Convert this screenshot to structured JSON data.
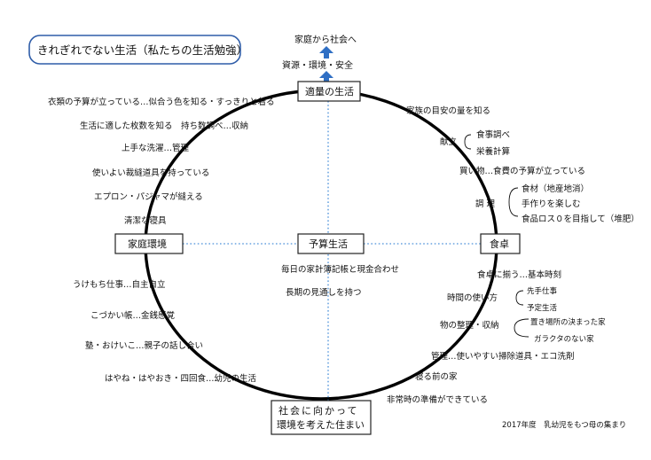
{
  "title": "きれぎれでない生活（私たちの生活勉強）",
  "footer": "2017年度　乳幼児をもつ母の集まり",
  "top_chain": {
    "top": "家庭から社会へ",
    "middle": "資源・環境・安全"
  },
  "nodes": {
    "top": "適量の生活",
    "left": "家庭環境",
    "center": "予算生活",
    "right": "食卓",
    "bottom_line1": "社会に向かって",
    "bottom_line2": "環境を考えた住まい"
  },
  "center_items": [
    "毎日の家計簿記帳と現金合わせ",
    "長期の見通しを持つ"
  ],
  "upper_left_items": [
    "衣類の予算が立っている…似合う色を知る・すっきりと着る",
    "生活に適した枚数を知る　持ち数調べ…収納",
    "上手な洗濯…管理",
    "使いよい裁縫道具を持っている",
    "エプロン・パジャマが縫える",
    "清潔な寝具"
  ],
  "lower_left_items": [
    "うけもち仕事…自主自立",
    "こづかい帳…金銭感覚",
    "塾・おけいこ…親子の話し合い",
    "はやね・はやおき・四回食…幼児の生活"
  ],
  "upper_right": {
    "family_amount": "家族の目安の量を知る",
    "kondate_label": "献立",
    "kondate_items": [
      "食事調べ",
      "栄養計算"
    ],
    "kaimono": "買い物…食費の予算が立っている",
    "chori_label": "調 理",
    "chori_items": [
      "食材（地産地消）",
      "手作りを楽しむ",
      "食品ロス０を目指して（堆肥）"
    ]
  },
  "lower_right": {
    "shokutaku": "食卓に揃う…基本時刻",
    "time_label": "時間の使い方",
    "time_items": [
      "先手仕事",
      "予定生活"
    ],
    "seiri_label": "物の整理・収納",
    "seiri_items": [
      "置き場所の決まった家",
      "ガラクタのない家"
    ],
    "kanri": "管理…使いやすい掃除道具・エコ洗剤",
    "neru": "寝る前の家",
    "hijoji": "非常時の準備ができている"
  }
}
